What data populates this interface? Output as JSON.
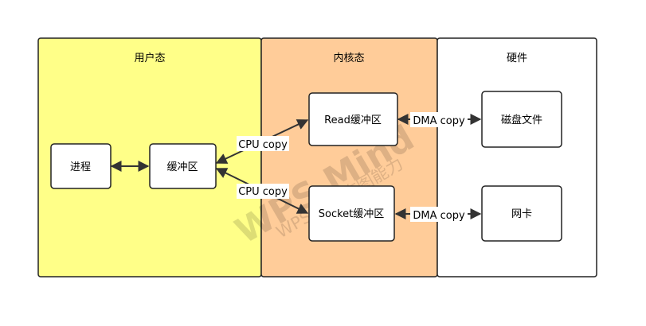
{
  "regions": {
    "user": {
      "title": "用户态",
      "fill": "#ffff88"
    },
    "kernel": {
      "title": "内核态",
      "fill": "#ffcc99"
    },
    "hardware": {
      "title": "硬件",
      "fill": "#ffffff"
    }
  },
  "nodes": {
    "process": "进程",
    "user_buffer": "缓冲区",
    "read_buffer": "Read缓冲区",
    "socket_buffer": "Socket缓冲区",
    "disk_file": "磁盘文件",
    "nic": "网卡"
  },
  "edges": {
    "cpu_copy_read": "CPU copy",
    "cpu_copy_socket": "CPU copy",
    "dma_copy_disk": "DMA copy",
    "dma_copy_nic": "DMA copy"
  },
  "watermark": {
    "logo": "WPS Mind",
    "tagline": "WPS 提供作图能力"
  },
  "colors": {
    "stroke": "#222222",
    "arrow": "#333333",
    "node_fill": "#ffffff"
  }
}
